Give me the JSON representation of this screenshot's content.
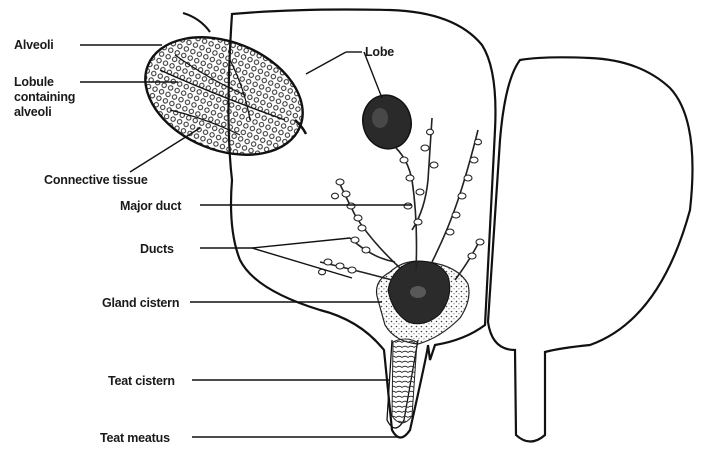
{
  "labels": {
    "alveoli": "Alveoli",
    "lobule_line1": "Lobule",
    "lobule_line2": "containing",
    "lobule_line3": "alveoli",
    "connective_tissue": "Connective tissue",
    "lobe": "Lobe",
    "major_duct": "Major duct",
    "ducts": "Ducts",
    "gland_cistern": "Gland cistern",
    "teat_cistern": "Teat cistern",
    "teat_meatus": "Teat meatus"
  }
}
